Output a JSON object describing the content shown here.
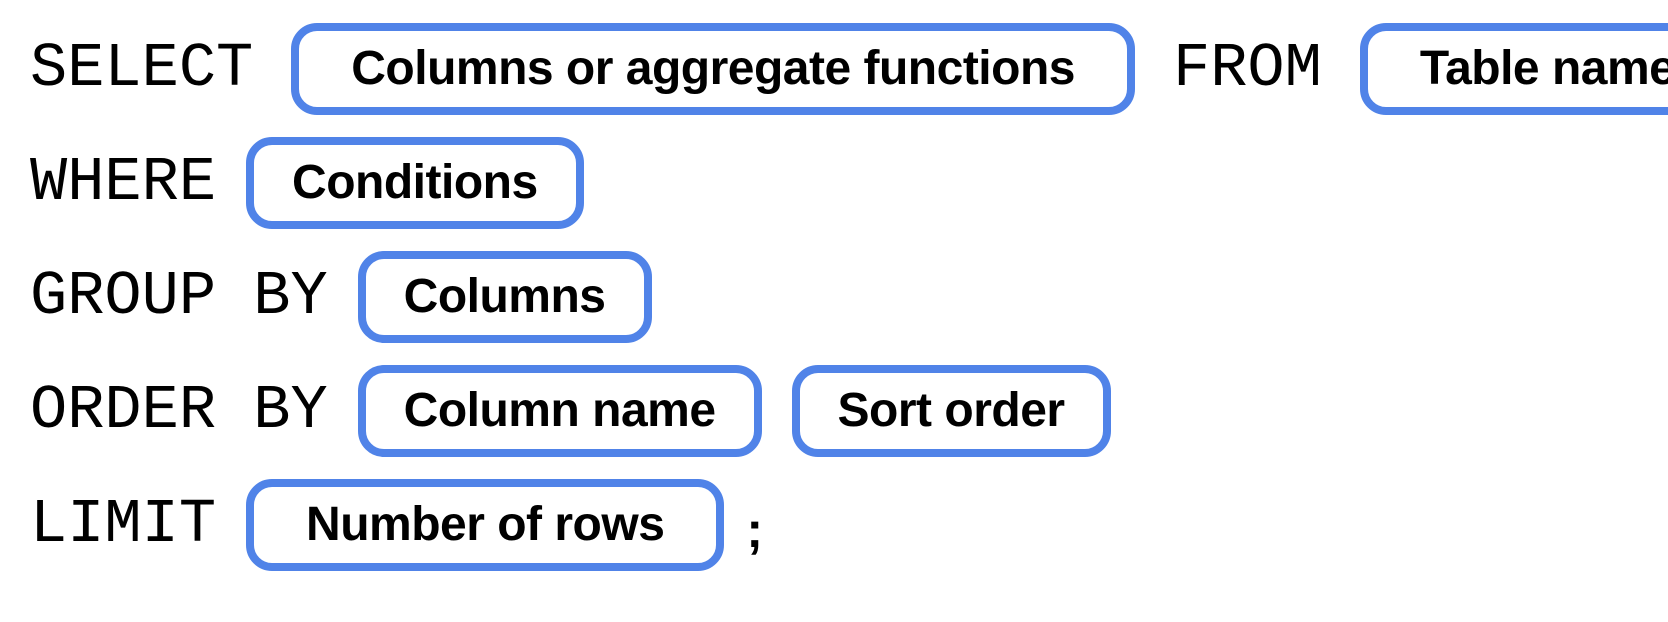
{
  "accent_color": "#5083E8",
  "text_color": "#000000",
  "background_color": "#FFFFFF",
  "syntax": {
    "select": {
      "keyword": "SELECT",
      "placeholder": "Columns or aggregate functions"
    },
    "from": {
      "keyword": "FROM",
      "placeholder": "Table name"
    },
    "where": {
      "keyword": "WHERE",
      "placeholder": "Conditions"
    },
    "group_by": {
      "keyword": "GROUP BY",
      "placeholder": "Columns"
    },
    "order_by": {
      "keyword": "ORDER BY",
      "placeholder_column": "Column name",
      "placeholder_sort": "Sort order"
    },
    "limit": {
      "keyword": "LIMIT",
      "placeholder": "Number of rows",
      "terminator": ";"
    }
  }
}
